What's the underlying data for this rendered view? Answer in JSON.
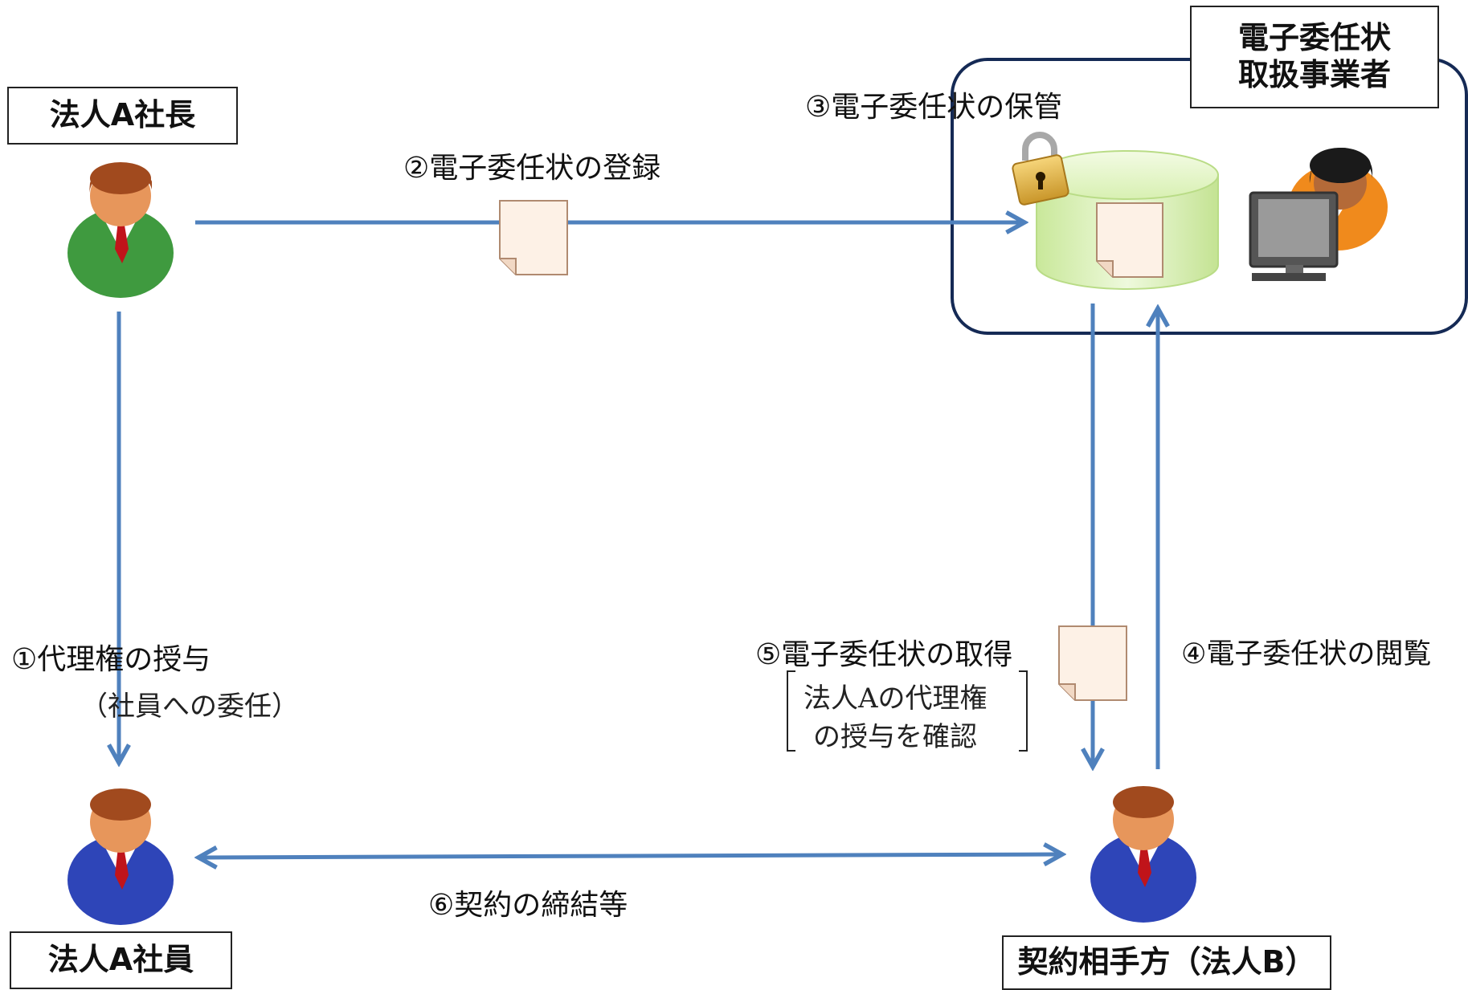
{
  "boxes": {
    "president": "法人A社長",
    "employee": "法人A社員",
    "provider_line1": "電子委任状",
    "provider_line2": "取扱事業者",
    "counterparty": "契約相手方（法人B）"
  },
  "steps": {
    "step1": "①代理権の授与",
    "step1_note": "（社員への委任）",
    "step2": "②電子委任状の登録",
    "step3": "③電子委任状の保管",
    "step4": "④電子委任状の閲覧",
    "step5": "⑤電子委任状の取得",
    "step5_note_line1": "法人Aの代理権",
    "step5_note_line2": "の授与を確認",
    "step6": "⑥契約の締結等"
  },
  "colors": {
    "arrow": "#4f81bd",
    "frame": "#152a55",
    "president_suit": "#3f9a3f",
    "person_suit": "#2e45b8",
    "operator_suit": "#f08a1c",
    "database": "#d8f2b0",
    "document": "#fdf1e6"
  },
  "icons": [
    "person-president-icon",
    "person-employee-icon",
    "person-counterparty-icon",
    "operator-icon",
    "database-icon",
    "lock-icon",
    "document-icon"
  ]
}
